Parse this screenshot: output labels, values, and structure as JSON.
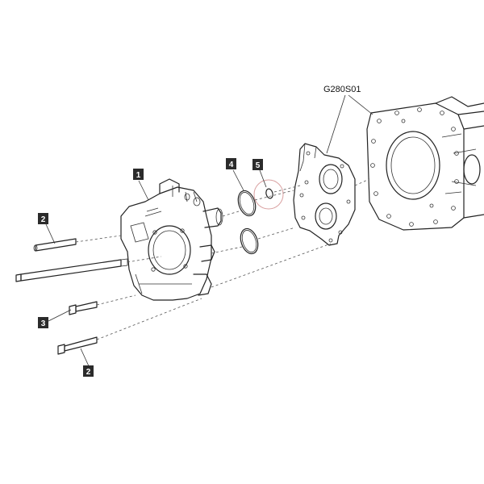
{
  "diagram": {
    "reference_code": "G280S01",
    "callouts": [
      {
        "id": "callout-1",
        "label": "1"
      },
      {
        "id": "callout-2-upper",
        "label": "2"
      },
      {
        "id": "callout-3",
        "label": "3"
      },
      {
        "id": "callout-2-lower",
        "label": "2"
      },
      {
        "id": "callout-4",
        "label": "4"
      },
      {
        "id": "callout-5",
        "label": "5"
      }
    ],
    "colors": {
      "line": "#222222",
      "callout_fill": "#2b2b2b",
      "highlight_circle": "#d9a0a0"
    }
  }
}
